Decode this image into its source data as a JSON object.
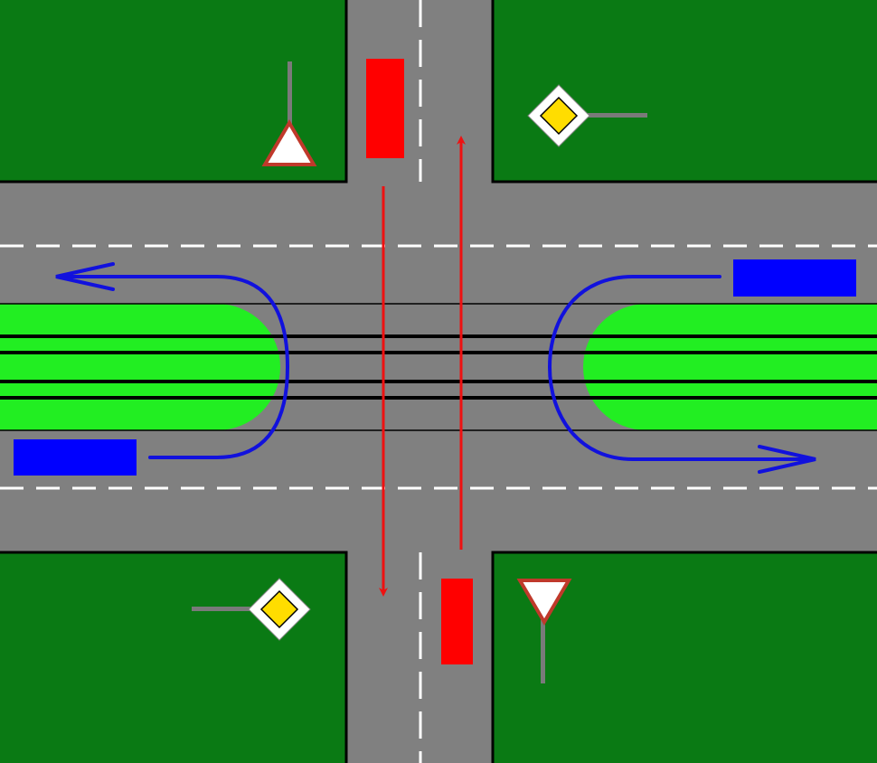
{
  "colors": {
    "grass": "#0a7a14",
    "median": "#22ee22",
    "road": "#808080",
    "border": "#000000",
    "lane_marking": "#ffffff",
    "tram_track": "#000000",
    "vehicle_red": "#ff0000",
    "vehicle_blue": "#0000ff",
    "arrow_red": "#ee1111",
    "arrow_blue": "#1111dd",
    "sign_post": "#7a7a7a",
    "sign_border_red": "#c0392b",
    "sign_fill_yellow": "#ffdd00"
  },
  "roads": [
    {
      "id": "main-road",
      "orientation": "horizontal",
      "kind": "divided road with central tram median"
    },
    {
      "id": "side-road",
      "orientation": "vertical",
      "kind": "two-lane road"
    }
  ],
  "vehicles": [
    {
      "id": "red-vehicle-north",
      "color": "red",
      "approach": "north",
      "movement": "straight-south"
    },
    {
      "id": "red-vehicle-south",
      "color": "red",
      "approach": "south",
      "movement": "straight-north"
    },
    {
      "id": "blue-vehicle-west",
      "color": "blue",
      "approach": "west",
      "movement": "u-turn"
    },
    {
      "id": "blue-vehicle-east",
      "color": "blue",
      "approach": "east",
      "movement": "u-turn"
    }
  ],
  "signs": [
    {
      "id": "give-way-sign-north-west",
      "icon": "give-way-triangle-icon",
      "corner": "north-west"
    },
    {
      "id": "priority-road-sign-north-east",
      "icon": "priority-road-diamond-icon",
      "corner": "north-east"
    },
    {
      "id": "priority-road-sign-south-west",
      "icon": "priority-road-diamond-icon",
      "corner": "south-west"
    },
    {
      "id": "give-way-sign-south-east",
      "icon": "give-way-triangle-icon",
      "corner": "south-east"
    }
  ]
}
